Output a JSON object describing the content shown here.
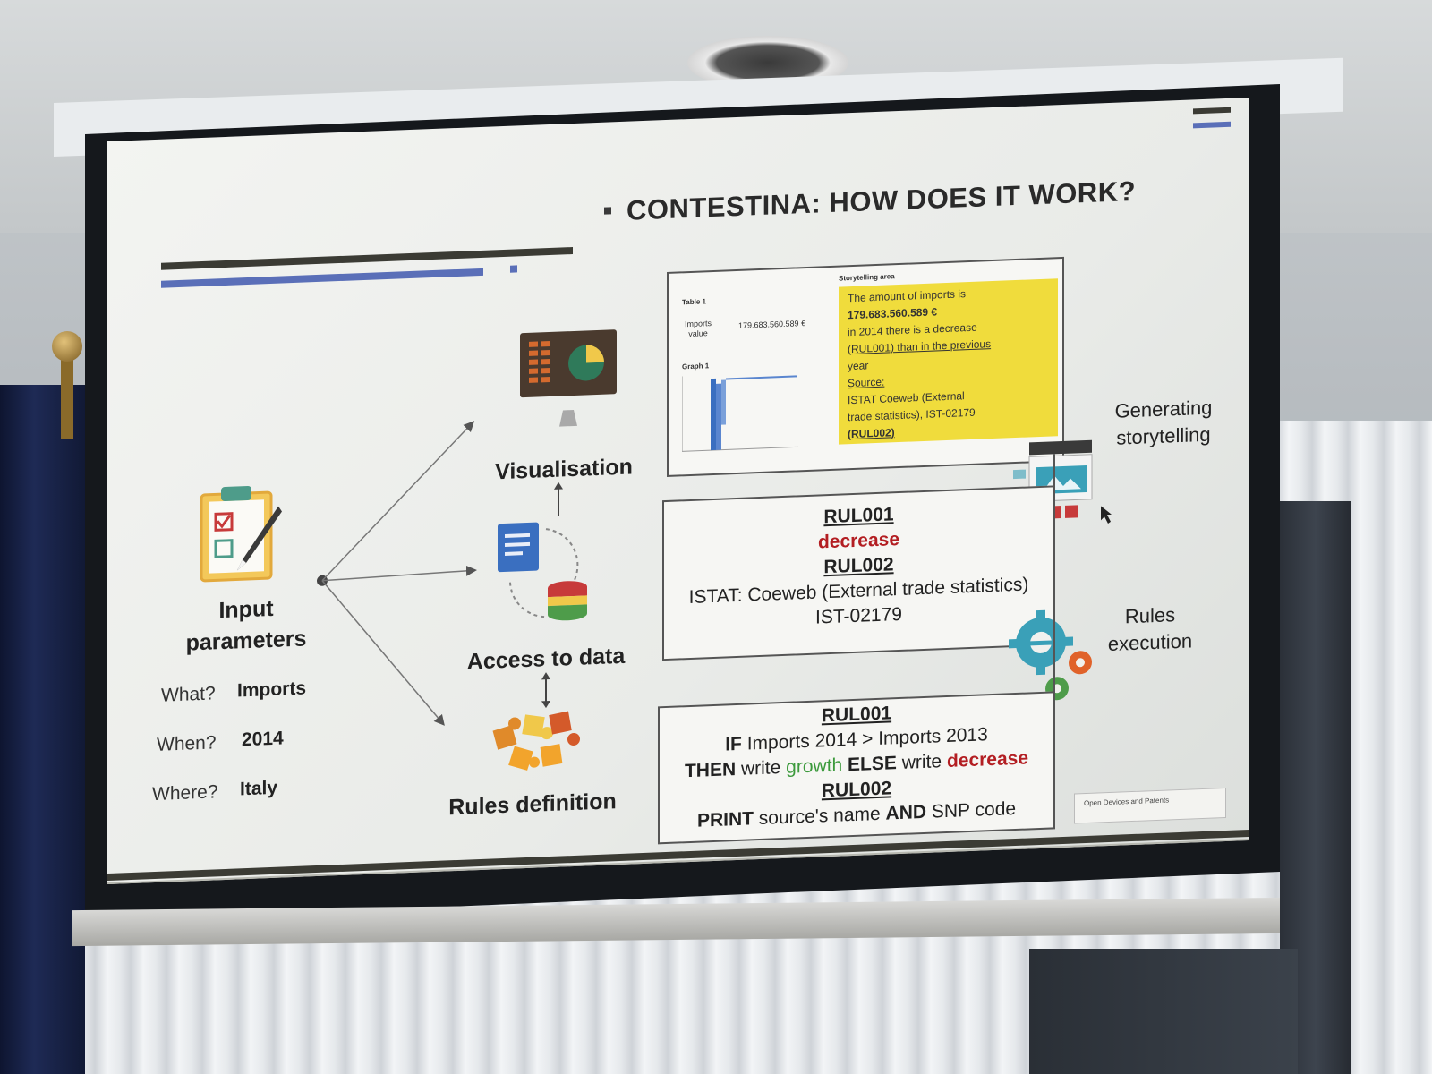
{
  "slide": {
    "title": "CONTESTINA: HOW DOES IT WORK?",
    "input_label_1": "Input",
    "input_label_2": "parameters",
    "params": [
      {
        "key": "What?",
        "value": "Imports"
      },
      {
        "key": "When?",
        "value": "2014"
      },
      {
        "key": "Where?",
        "value": "Italy"
      }
    ],
    "visualisation": "Visualisation",
    "access_to_data": "Access to data",
    "rules_definition": "Rules definition",
    "generating_1": "Generating",
    "generating_2": "storytelling",
    "rules_exec_1": "Rules",
    "rules_exec_2": "execution",
    "preview": {
      "table_label": "Table 1",
      "imports_label_1": "Imports",
      "imports_label_2": "value",
      "imports_value": "179.683.560.589 €",
      "graph_label": "Graph 1",
      "storytelling_area": "Storytelling area",
      "story_lines": [
        "The amount of imports is",
        "179.683.560.589 €",
        "in 2014 there is a decrease",
        "(RUL001) than in the previous",
        "year",
        "Source:",
        "ISTAT Coeweb (External",
        "trade statistics), IST-02179",
        "(RUL002)"
      ]
    },
    "exec_box": {
      "rul1": "RUL001",
      "value": "decrease",
      "rul2": "RUL002",
      "source": "ISTAT: Coeweb (External trade statistics)",
      "code": "IST-02179"
    },
    "rules_box": {
      "rul1": "RUL001",
      "line1_if": "IF",
      "line1_rest": "Imports 2014 > Imports 2013",
      "line2_then": "THEN",
      "line2_write": "write",
      "line2_growth": "growth",
      "line2_else": "ELSE",
      "line2_write2": "write",
      "line2_decrease": "decrease",
      "rul2": "RUL002",
      "line3_print": "PRINT",
      "line3_mid": "source's name",
      "line3_and": "AND",
      "line3_end": "SNP code"
    },
    "footer_note": "Open Devices and Patents",
    "colors": {
      "accent_blue": "#5a6fb8",
      "dark_bar": "#3b3b34",
      "highlight": "#f0dc3c",
      "red": "#b31e22"
    }
  }
}
